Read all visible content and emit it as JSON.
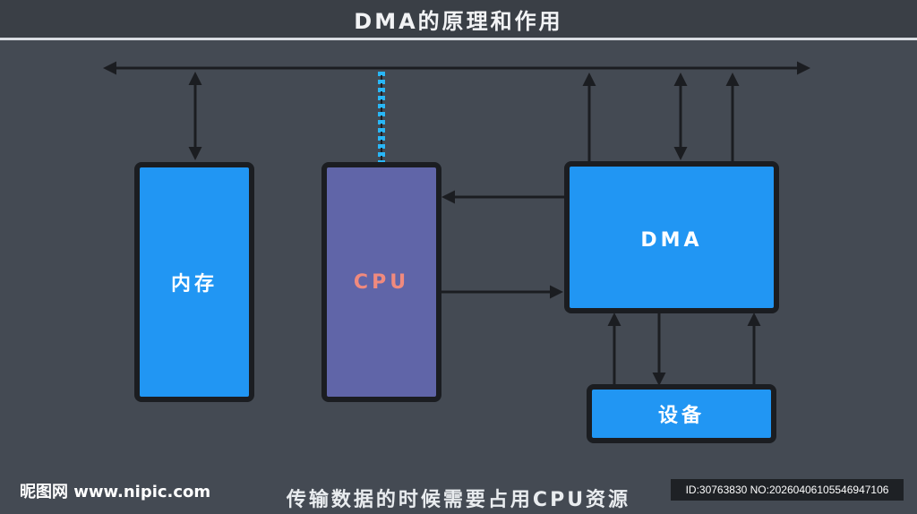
{
  "title": "DMA的原理和作用",
  "nodes": {
    "memory": {
      "label": "内存"
    },
    "cpu": {
      "label": "CPU"
    },
    "dma": {
      "label": "DMA"
    },
    "device": {
      "label": "设备"
    }
  },
  "caption": "传输数据的时候需要占用CPU资源",
  "watermark": {
    "site": "昵图网 www.nipic.com",
    "id": "ID:30763830 NO:20260406105546947106"
  },
  "colors": {
    "background": "#444a53",
    "box_blue": "#2196f3",
    "cpu_purple": "#6065a8",
    "cpu_text": "#f08a7e",
    "white_text": "#ffffff",
    "line": "#1b1d21",
    "dashed_link": "#29b6f6"
  }
}
